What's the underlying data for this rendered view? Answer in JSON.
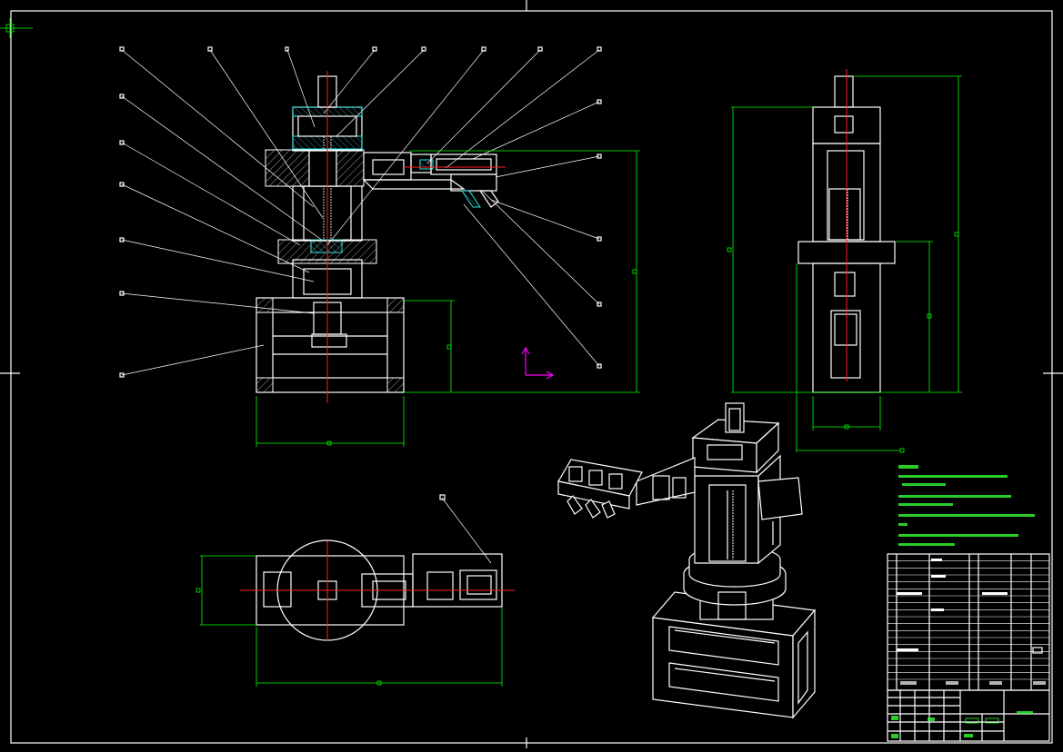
{
  "drawing": {
    "colors": {
      "background": "#000000",
      "outline": "#ffffff",
      "dimension": "#00ff00",
      "centerline": "#ff2020",
      "section_hatch": "#2ee6e6",
      "ucs_axis": "#ff00ff"
    },
    "views": [
      "front-section-view",
      "side-view",
      "top-view",
      "isometric-view"
    ],
    "bom_rows": 18
  }
}
